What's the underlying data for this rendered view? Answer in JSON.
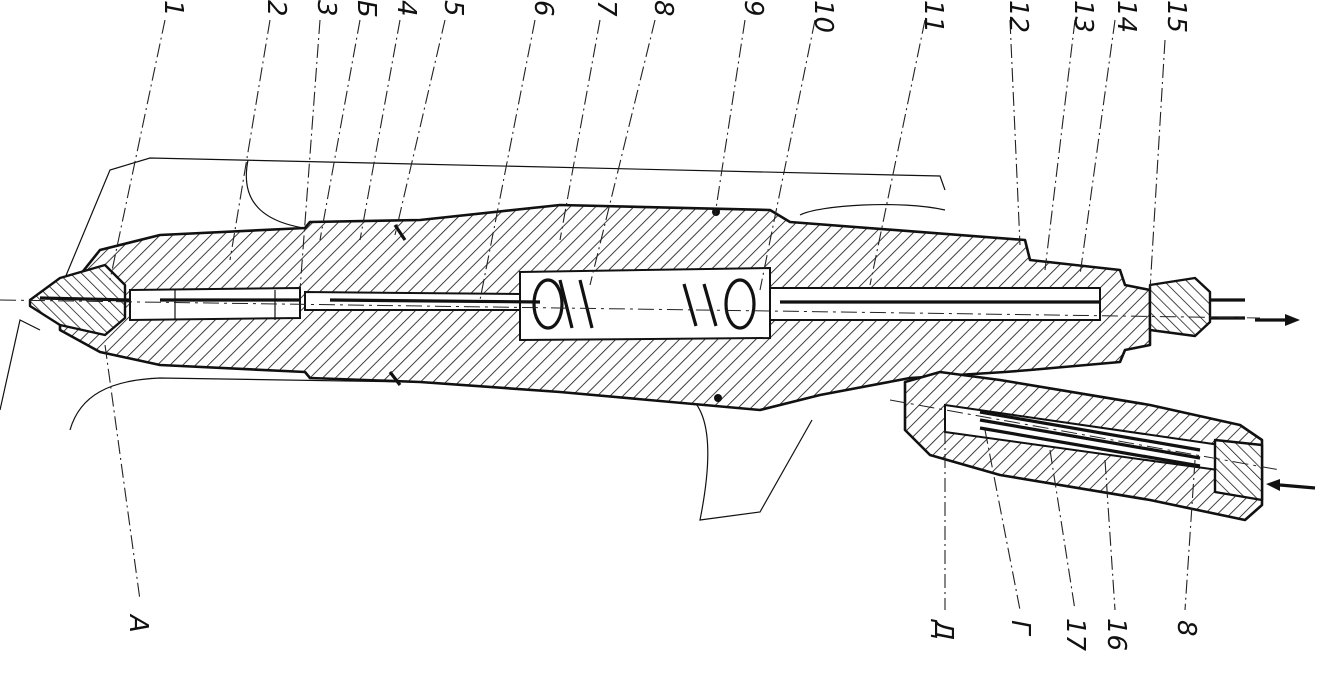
{
  "callouts": {
    "c1": "1",
    "c2": "2",
    "c3": "3",
    "cB": "Б",
    "c4": "4",
    "c5": "5",
    "c6": "6",
    "c7": "7",
    "c8a": "8",
    "c9": "9",
    "c10": "10",
    "c11": "11",
    "c12": "12",
    "c13": "13",
    "c14": "14",
    "c15": "15",
    "cA": "А",
    "cD": "Д",
    "cG": "Г",
    "c17": "17",
    "c16": "16",
    "c8b": "8"
  },
  "colors": {
    "ink": "#111111",
    "paper": "#ffffff"
  }
}
